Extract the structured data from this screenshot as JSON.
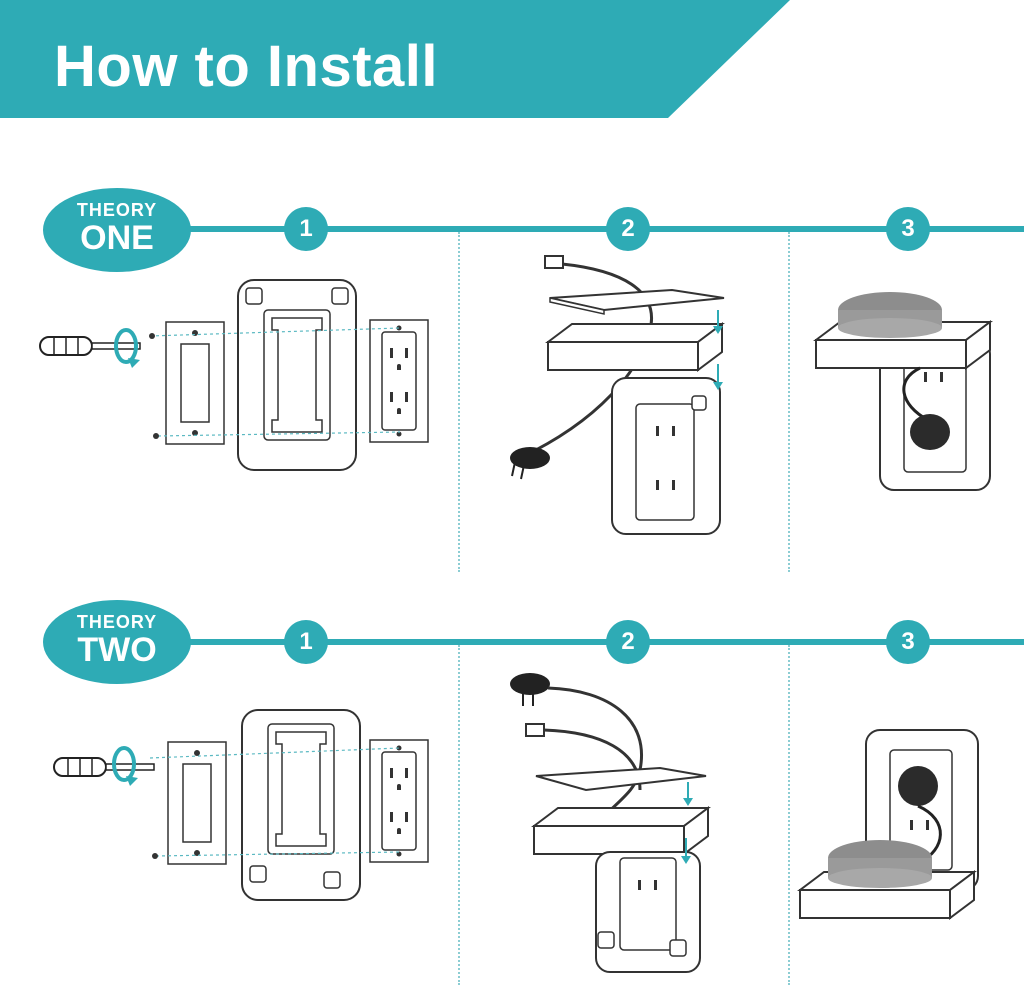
{
  "header": {
    "title": "How to Install",
    "color": "#2eabb5"
  },
  "theories": [
    {
      "label_small": "THEORY",
      "label_big": "ONE",
      "steps": [
        {
          "number": "1"
        },
        {
          "number": "2"
        },
        {
          "number": "3"
        }
      ]
    },
    {
      "label_small": "THEORY",
      "label_big": "TWO",
      "steps": [
        {
          "number": "1"
        },
        {
          "number": "2"
        },
        {
          "number": "3"
        }
      ]
    }
  ],
  "icons": [
    "screwdriver-icon",
    "rotate-arrow-icon",
    "wall-plate-icon",
    "shelf-frame-icon",
    "outlet-icon",
    "cable-icon",
    "plug-icon",
    "shelf-icon",
    "smart-speaker-icon",
    "down-arrow-icon"
  ]
}
